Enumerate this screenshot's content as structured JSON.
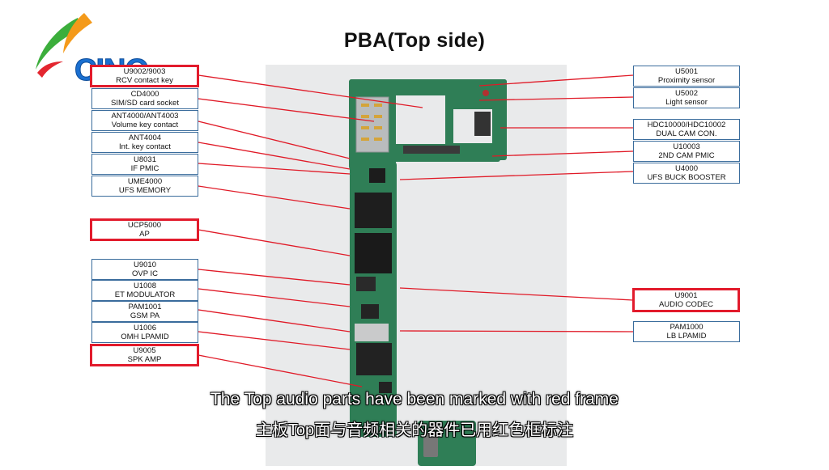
{
  "title": "PBA(Top side)",
  "logo": {
    "text": "CINO",
    "colors": {
      "swirl_green": "#3cae3c",
      "swirl_orange": "#f49a1a",
      "swirl_red": "#e3262f",
      "text_blue": "#1a6fd0"
    }
  },
  "colors": {
    "highlight": "#e21b2c",
    "box_border": "#3a6c9c",
    "leader_line": "#e01a27",
    "board_green": "#2f7e56"
  },
  "left_labels": [
    {
      "l1": "U9002/9003",
      "l2": "RCV contact key",
      "highlight": true
    },
    {
      "l1": "CD4000",
      "l2": "SIM/SD card socket",
      "highlight": false
    },
    {
      "l1": "ANT4000/ANT4003",
      "l2": "Volume key contact",
      "highlight": false
    },
    {
      "l1": "ANT4004",
      "l2": "Int. key contact",
      "highlight": false
    },
    {
      "l1": "U8031",
      "l2": "IF PMIC",
      "highlight": false
    },
    {
      "l1": "UME4000",
      "l2": "UFS MEMORY",
      "highlight": false
    },
    {
      "l1": "UCP5000",
      "l2": "AP",
      "highlight": true
    },
    {
      "l1": "U9010",
      "l2": "OVP IC",
      "highlight": false
    },
    {
      "l1": "U1008",
      "l2": "ET MODULATOR",
      "highlight": false
    },
    {
      "l1": "PAM1001",
      "l2": "GSM PA",
      "highlight": false
    },
    {
      "l1": "U1006",
      "l2": "OMH LPAMID",
      "highlight": false
    },
    {
      "l1": "U9005",
      "l2": "SPK AMP",
      "highlight": true
    }
  ],
  "right_labels": [
    {
      "l1": "U5001",
      "l2": "Proximity sensor",
      "highlight": false
    },
    {
      "l1": "U5002",
      "l2": "Light sensor",
      "highlight": false
    },
    {
      "l1": "HDC10000/HDC10002",
      "l2": "DUAL CAM CON.",
      "highlight": false
    },
    {
      "l1": "U10003",
      "l2": "2ND CAM PMIC",
      "highlight": false
    },
    {
      "l1": "U4000",
      "l2": "UFS BUCK BOOSTER",
      "highlight": false
    },
    {
      "l1": "U9001",
      "l2": "AUDIO CODEC",
      "highlight": true
    },
    {
      "l1": "PAM1000",
      "l2": "LB LPAMID",
      "highlight": false
    }
  ],
  "subtitles": {
    "en": "The Top audio parts have been marked with red frame",
    "zh": "主板Top面与音频相关的器件已用红色框标注"
  }
}
